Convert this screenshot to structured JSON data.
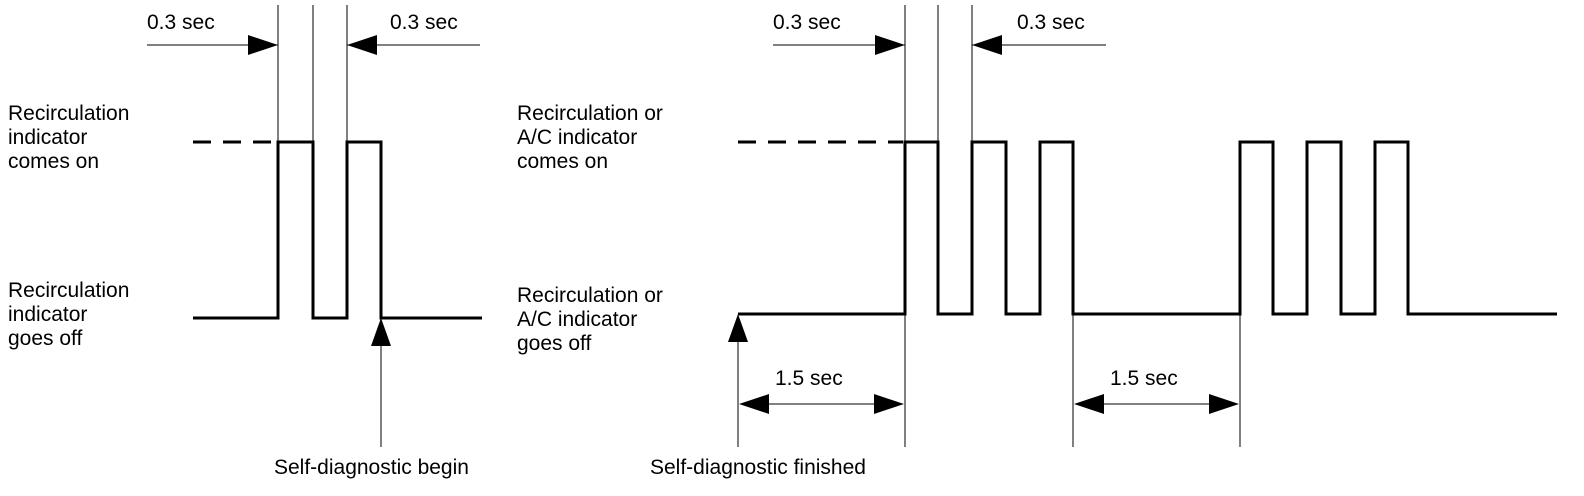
{
  "left_diagram": {
    "on_label": [
      "Recirculation",
      "indicator",
      "comes on"
    ],
    "off_label": [
      "Recirculation",
      "indicator",
      "goes off"
    ],
    "width_label_left": "0.3 sec",
    "width_label_right": "0.3 sec",
    "event_label": "Self-diagnostic begin"
  },
  "right_diagram": {
    "on_label": [
      "Recirculation or",
      "A/C indicator",
      "comes on"
    ],
    "off_label": [
      "Recirculation or",
      "A/C indicator",
      "goes off"
    ],
    "width_label_left": "0.3 sec",
    "width_label_right": "0.3 sec",
    "gap_label_1": "1.5 sec",
    "gap_label_2": "1.5 sec",
    "event_label": "Self-diagnostic finished"
  }
}
